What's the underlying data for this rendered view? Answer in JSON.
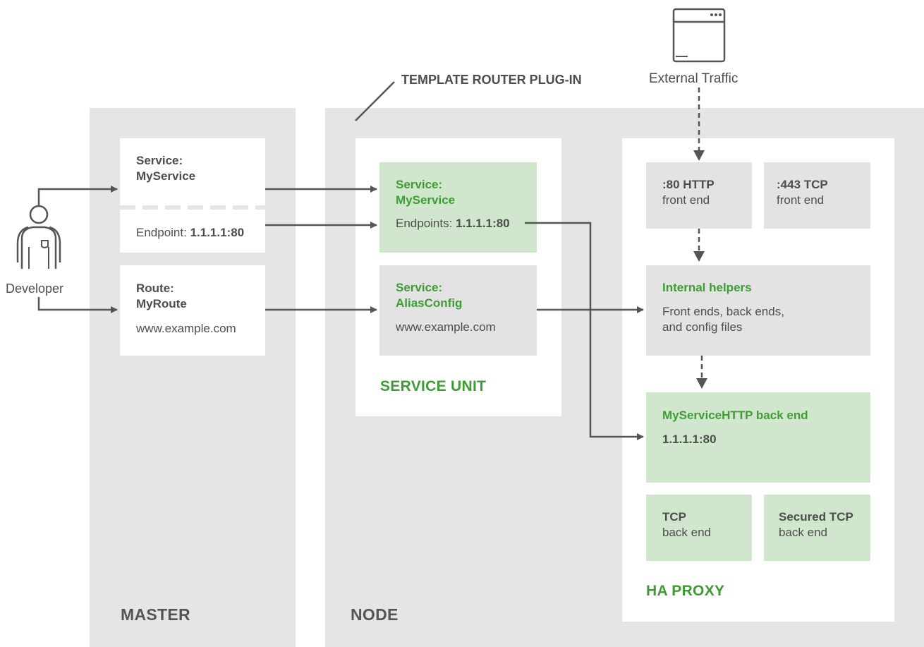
{
  "labels": {
    "template_router": "TEMPLATE ROUTER PLUG-IN",
    "external_traffic": "External Traffic",
    "developer": "Developer",
    "master": "MASTER",
    "node": "NODE",
    "service_unit": "SERVICE UNIT",
    "ha_proxy": "HA PROXY"
  },
  "master": {
    "service_label": "Service:",
    "service_name": "MyService",
    "endpoint_label": "Endpoint:",
    "endpoint_value": "1.1.1.1:80",
    "route_label": "Route:",
    "route_name": "MyRoute",
    "route_host": "www.example.com"
  },
  "service_unit": {
    "svc1_label": "Service:",
    "svc1_name": "MyService",
    "endpoints_label": "Endpoints:",
    "endpoints_value": "1.1.1.1:80",
    "svc2_label": "Service:",
    "svc2_name": "AliasConfig",
    "svc2_host": "www.example.com"
  },
  "haproxy": {
    "http_front_1": ":80 HTTP",
    "http_front_2": "front end",
    "tcp_front_1": ":443 TCP",
    "tcp_front_2": "front end",
    "helpers_title": "Internal helpers",
    "helpers_line1": "Front ends, back ends,",
    "helpers_line2": "and config files",
    "backend_title": "MyServiceHTTP back end",
    "backend_value": "1.1.1.1:80",
    "tcp_back_1": "TCP",
    "tcp_back_2": "back end",
    "sec_back_1": "Secured TCP",
    "sec_back_2": "back end"
  },
  "colors": {
    "panel": "#e5e5e5",
    "box_grey": "#e3e3e3",
    "box_green": "#d1e7cd",
    "accent_green": "#3f9c35",
    "line": "#555555"
  },
  "icons": [
    "browser-window-icon",
    "developer-person-icon"
  ]
}
